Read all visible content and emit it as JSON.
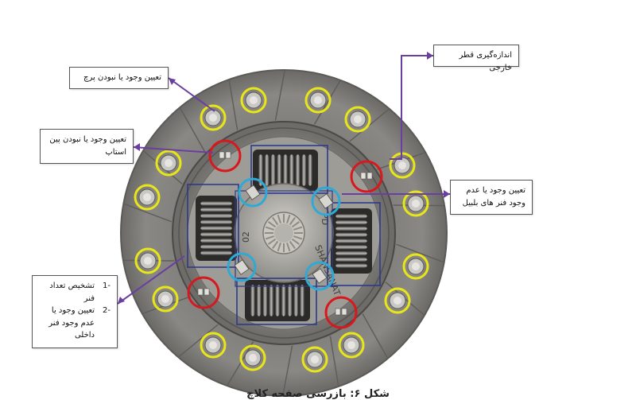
{
  "callouts": {
    "outer_diameter": "اندازه‌گیری قطر خارجی",
    "rivet_presence": "تعیین وجود یا نبودن پرچ",
    "stop_pin_presence": "تعیین وجود یا نبودن پین استاپ",
    "ball_spring_presence": "تعیین وجود یا عدم وجود فنر های بلبیل",
    "inner_springs": [
      {
        "num": "-1",
        "text": "تشخیص تعداد فنر"
      },
      {
        "num": "-2",
        "text": "تعیین وجود یا عدم وجود فنر داخلی"
      }
    ]
  },
  "hub_text": [
    "SHANSANAT",
    "PD",
    "02"
  ],
  "caption": "شکل ۶: بازرسی صفحه کلاچ",
  "colors": {
    "rivet_marker": "#e8e619",
    "stop_pin_marker": "#d8181c",
    "ball_spring_marker": "#2fa9d6",
    "leader_line": "#6b3fa0",
    "spring_frame": "#2d3a8c"
  }
}
